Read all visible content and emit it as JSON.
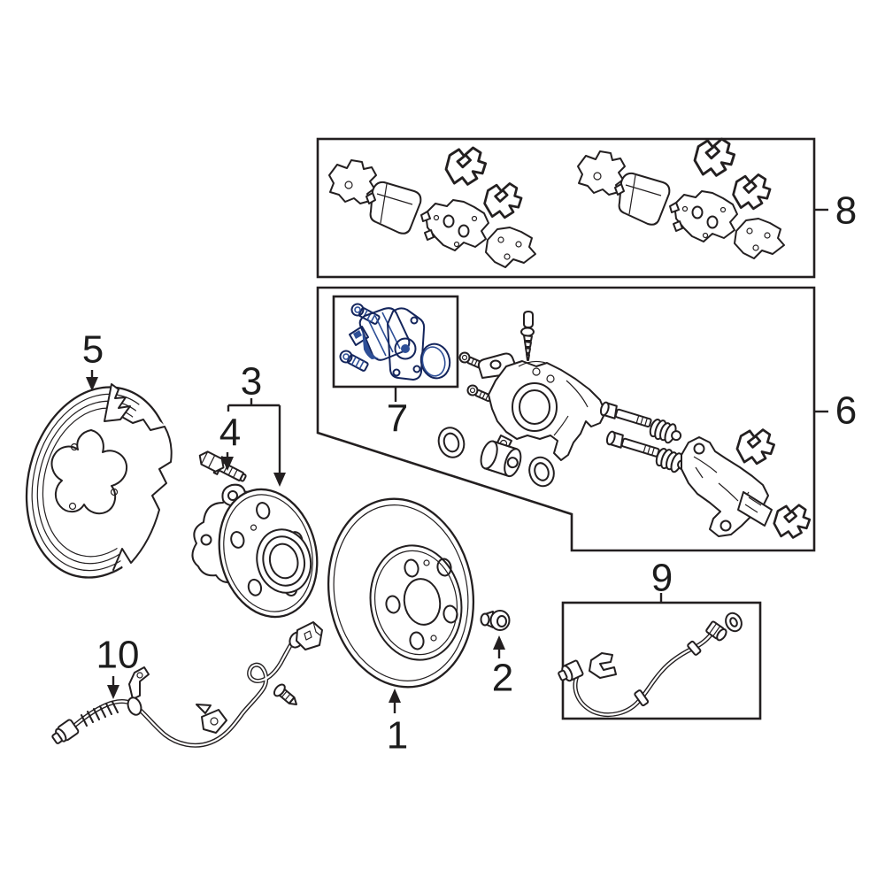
{
  "palette": {
    "line": "#231f20",
    "background": "#ffffff",
    "highlight": "#4a70be",
    "highlight_dark": "#2e4f97",
    "highlight_light": "#7e9cd8"
  },
  "callouts": {
    "1": {
      "label": "1"
    },
    "2": {
      "label": "2"
    },
    "3": {
      "label": "3"
    },
    "4": {
      "label": "4"
    },
    "5": {
      "label": "5"
    },
    "6": {
      "label": "6"
    },
    "7": {
      "label": "7"
    },
    "8": {
      "label": "8"
    },
    "9": {
      "label": "9"
    },
    "10": {
      "label": "10"
    }
  }
}
